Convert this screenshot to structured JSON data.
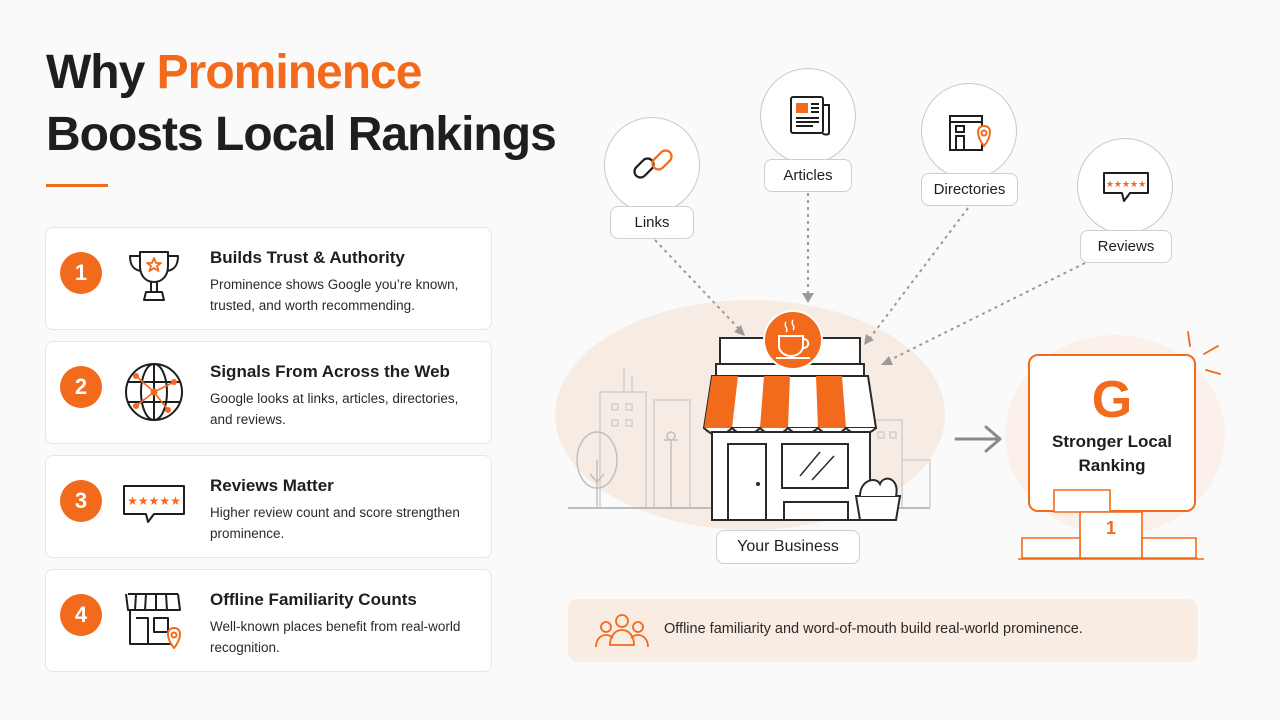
{
  "title": {
    "prefix": "Why ",
    "accent": "Prominence",
    "line2": "Boosts Local Rankings"
  },
  "cards": [
    {
      "number": "1",
      "title": "Builds Trust & Authority",
      "description": "Prominence shows Google you’re known, trusted, and worth recommending.",
      "icon": "trophy-icon"
    },
    {
      "number": "2",
      "title": "Signals From Across the Web",
      "description": "Google looks at links, articles, directories, and reviews.",
      "icon": "globe-network-icon"
    },
    {
      "number": "3",
      "title": "Reviews Matter",
      "description": "Higher review count and score strengthen prominence.",
      "icon": "review-stars-icon"
    },
    {
      "number": "4",
      "title": "Offline Familiarity Counts",
      "description": "Well-known places benefit from real-world recognition.",
      "icon": "storefront-pin-icon"
    }
  ],
  "sources": [
    {
      "label": "Links",
      "icon": "chain-link-icon"
    },
    {
      "label": "Articles",
      "icon": "newspaper-icon"
    },
    {
      "label": "Directories",
      "icon": "directory-map-pin-icon"
    },
    {
      "label": "Reviews",
      "icon": "review-bubble-icon"
    }
  ],
  "business": {
    "label": "Your Business",
    "icon": "coffee-cup-icon"
  },
  "result": {
    "logo_letter": "G",
    "label": "Stronger Local Ranking",
    "podium_place": "1"
  },
  "banner": {
    "text": "Offline familiarity and word-of-mouth build real-world prominence.",
    "icon": "people-group-icon"
  },
  "colors": {
    "accent": "#f26a1b",
    "text": "#1e1e1e",
    "banner_bg": "#f8ece3",
    "line": "#9a9a9a"
  }
}
